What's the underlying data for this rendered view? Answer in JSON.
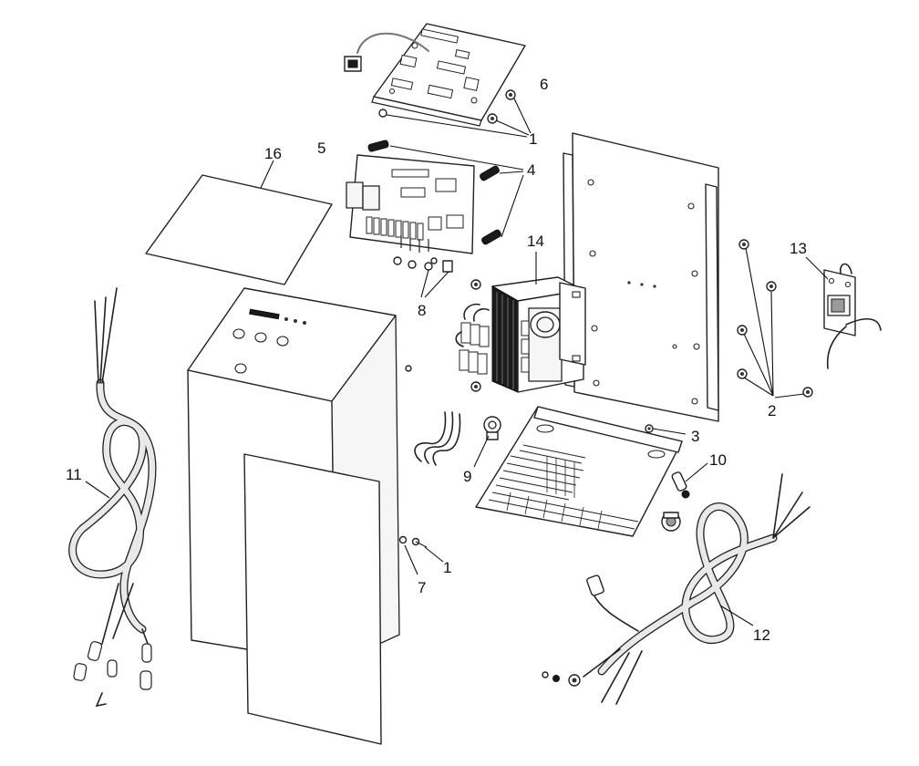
{
  "diagram": {
    "callouts": [
      {
        "id": "1a",
        "text": "1"
      },
      {
        "id": "1b",
        "text": "1"
      },
      {
        "id": "2",
        "text": "2"
      },
      {
        "id": "3",
        "text": "3"
      },
      {
        "id": "4",
        "text": "4"
      },
      {
        "id": "5",
        "text": "5"
      },
      {
        "id": "6",
        "text": "6"
      },
      {
        "id": "7",
        "text": "7"
      },
      {
        "id": "8",
        "text": "8"
      },
      {
        "id": "9",
        "text": "9"
      },
      {
        "id": "10",
        "text": "10"
      },
      {
        "id": "11",
        "text": "11"
      },
      {
        "id": "12",
        "text": "12"
      },
      {
        "id": "13",
        "text": "13"
      },
      {
        "id": "14",
        "text": "14"
      },
      {
        "id": "16",
        "text": "16"
      }
    ]
  }
}
